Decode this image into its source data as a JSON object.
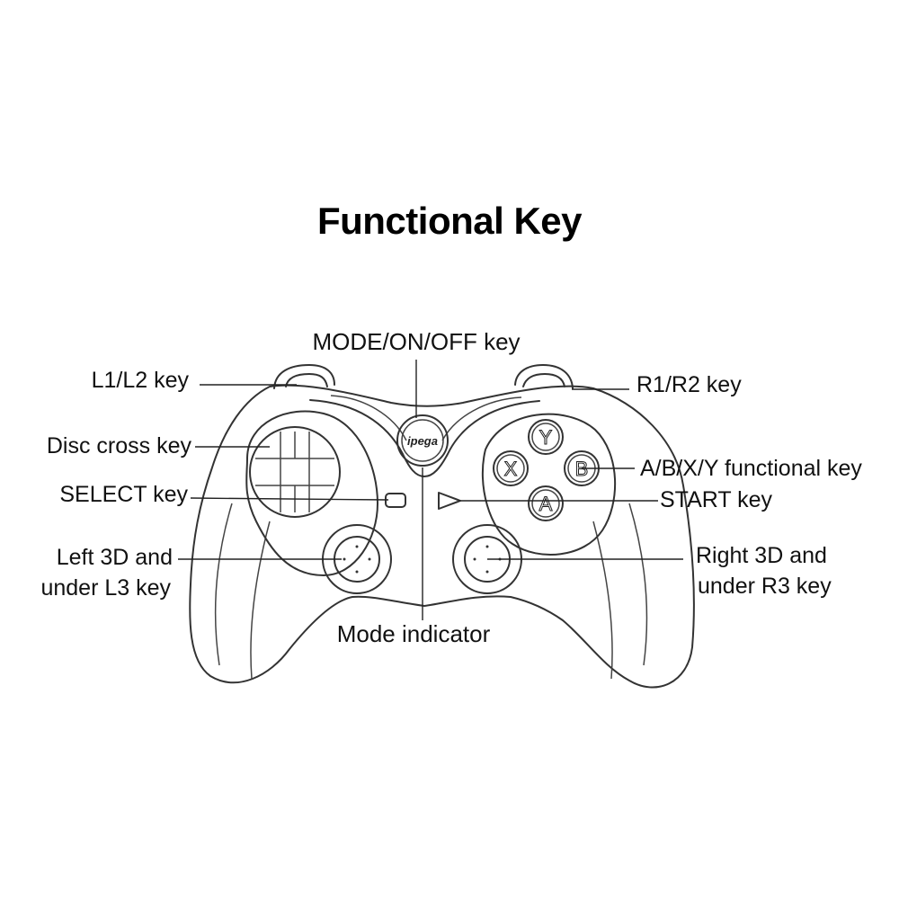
{
  "title": "Functional Key",
  "brand": "ipega",
  "labels": {
    "mode_key": "MODE/ON/OFF key",
    "l1l2": "L1/L2 key",
    "r1r2": "R1/R2 key",
    "disc_cross": "Disc cross key",
    "abxy": "A/B/X/Y functional key",
    "select": "SELECT key",
    "start": "START key",
    "left_3d_line1": "Left 3D and",
    "left_3d_line2": "under L3 key",
    "right_3d_line1": "Right 3D and",
    "right_3d_line2": "under R3 key",
    "mode_indicator": "Mode indicator"
  },
  "buttons": {
    "y": "Y",
    "x": "X",
    "b": "B",
    "a": "A"
  }
}
